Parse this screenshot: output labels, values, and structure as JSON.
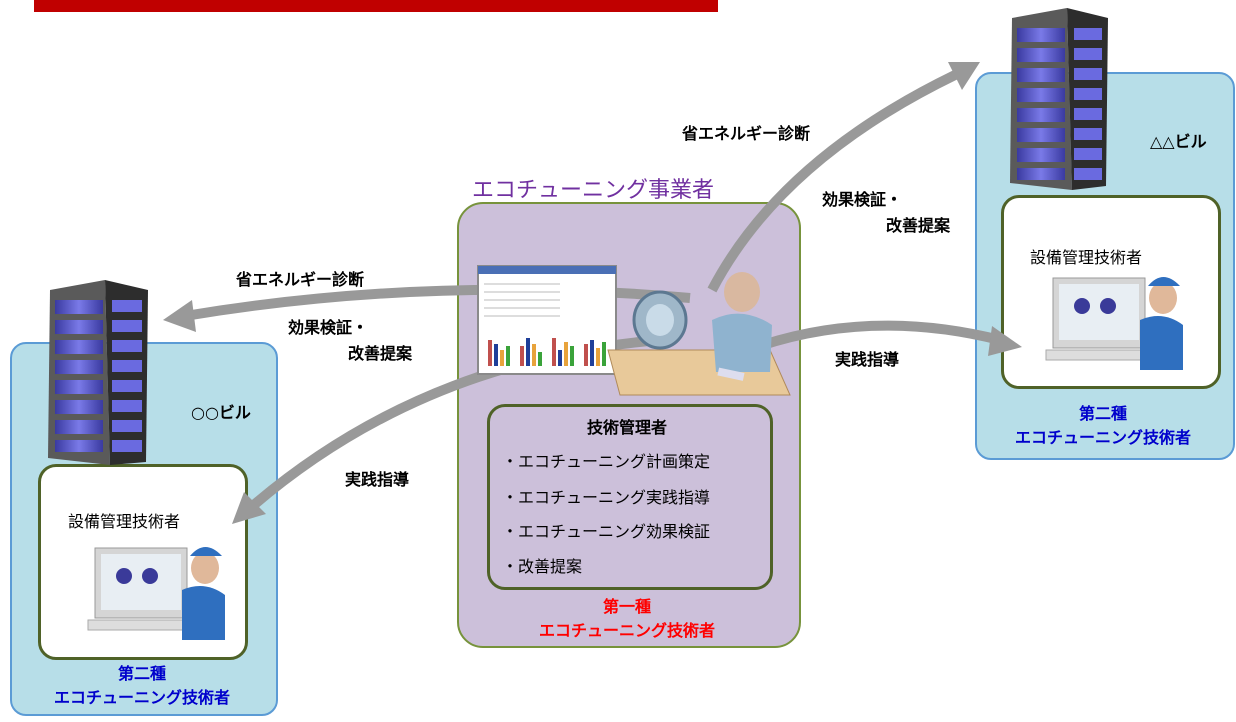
{
  "company_title": "エコチューニング事業者",
  "left_building": {
    "name": "○○ビル",
    "inner_label": "設備管理技術者",
    "rank_line1": "第二種",
    "rank_line2": "エコチューニング技術者"
  },
  "right_building": {
    "name": "△△ビル",
    "inner_label": "設備管理技術者",
    "rank_line1": "第二種",
    "rank_line2": "エコチューニング技術者"
  },
  "center": {
    "box_title": "技術管理者",
    "duties": [
      "・エコチューニング計画策定",
      "・エコチューニング実践指導",
      "・エコチューニング効果検証",
      "・改善提案"
    ],
    "rank_line1": "第一種",
    "rank_line2": "エコチューニング技術者"
  },
  "arrows": {
    "left_diagnosis": "省エネルギー診断",
    "left_verify_line1": "効果検証・",
    "left_verify_line2": "改善提案",
    "left_practice": "実践指導",
    "right_diagnosis": "省エネルギー診断",
    "right_verify_line1": "効果検証・",
    "right_verify_line2": "改善提案",
    "right_practice": "実践指導"
  },
  "colors": {
    "top_bar": "#c00000",
    "building_box": "#b7dee8",
    "center_box": "#ccc0da",
    "company_title": "#7030a0",
    "rank_second": "#0000cc",
    "rank_first": "#ff0000",
    "arrow": "#999999"
  },
  "icons": [
    "office-building-icon",
    "technician-at-computer-icon",
    "engineer-at-desk-icon"
  ]
}
